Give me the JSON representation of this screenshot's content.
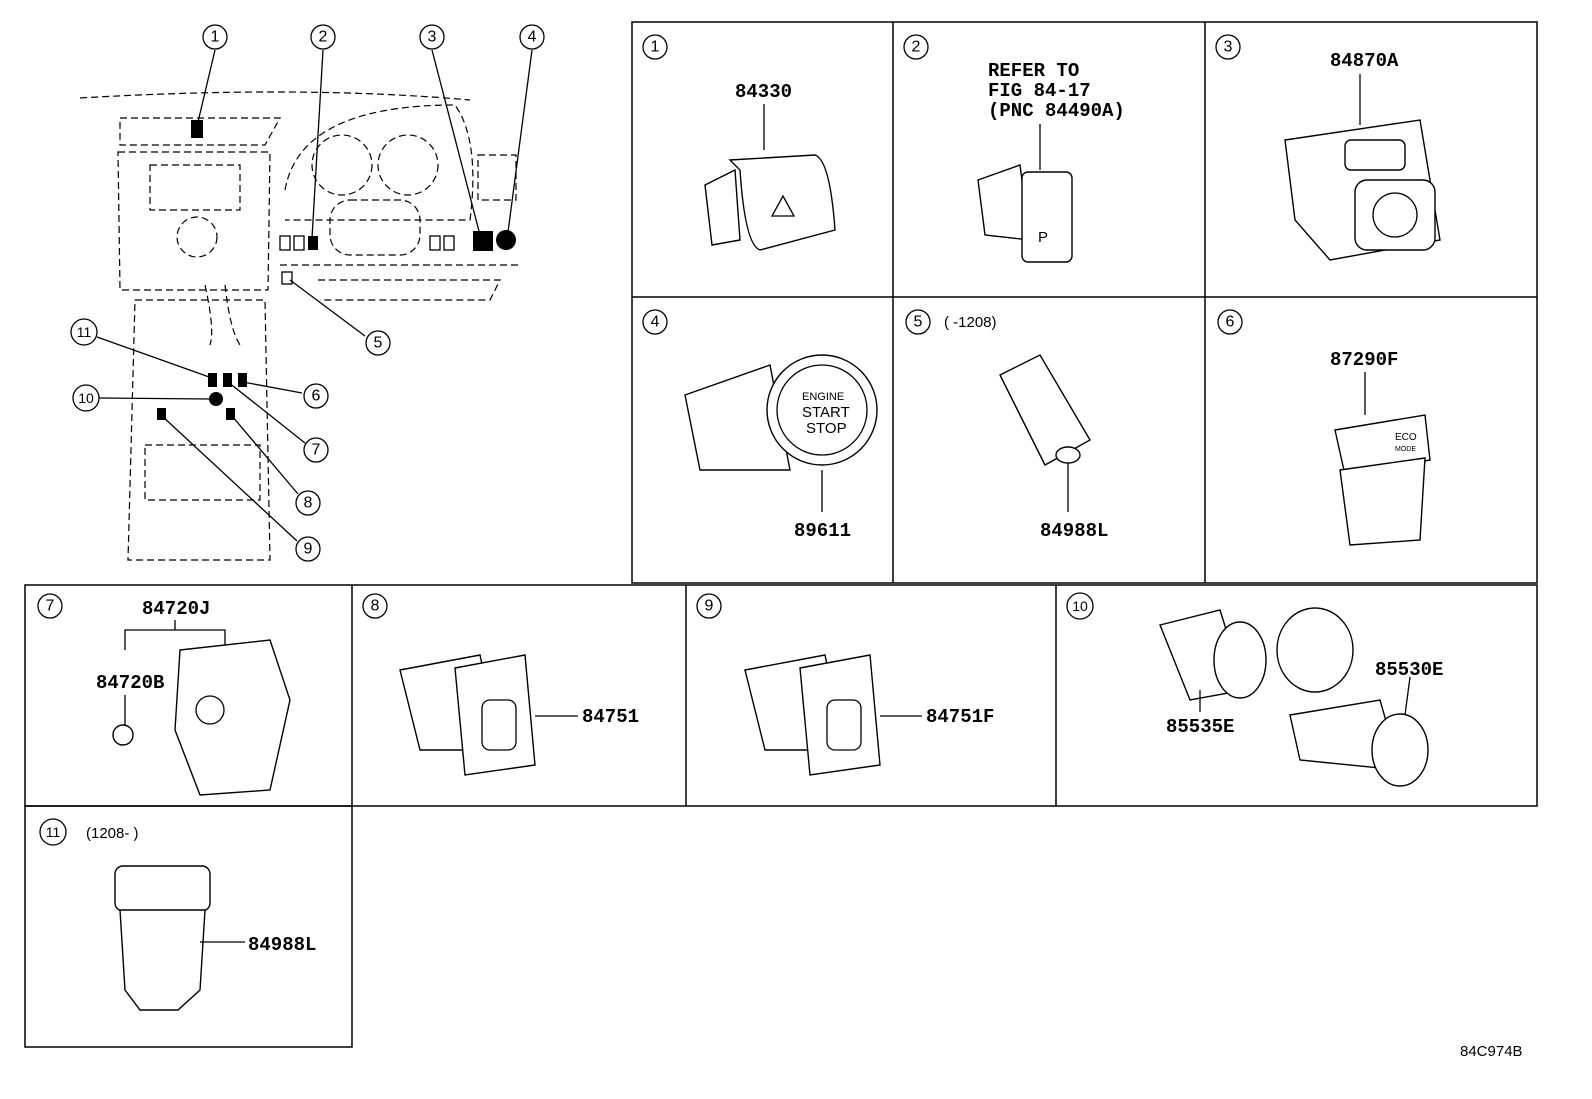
{
  "diagram_code": "84C974B",
  "overview_callouts": [
    "1",
    "2",
    "3",
    "4",
    "5",
    "6",
    "7",
    "8",
    "9",
    "10",
    "11"
  ],
  "panels": [
    {
      "num": "1",
      "parts": [
        "84330"
      ]
    },
    {
      "num": "2",
      "note": [
        "REFER TO",
        "FIG 84-17",
        "(PNC 84490A)"
      ],
      "button_text": "P"
    },
    {
      "num": "3",
      "parts": [
        "84870A"
      ]
    },
    {
      "num": "4",
      "parts": [
        "89611"
      ],
      "button_text": [
        "ENGINE",
        "START",
        "STOP"
      ]
    },
    {
      "num": "5",
      "range": "(      -1208)",
      "parts": [
        "84988L"
      ]
    },
    {
      "num": "6",
      "parts": [
        "87290F"
      ],
      "button_text": [
        "ECO",
        "MODE"
      ]
    },
    {
      "num": "7",
      "parts": [
        "84720J",
        "84720B"
      ]
    },
    {
      "num": "8",
      "parts": [
        "84751"
      ]
    },
    {
      "num": "9",
      "parts": [
        "84751F"
      ]
    },
    {
      "num": "10",
      "parts": [
        "85535E",
        "85530E"
      ]
    },
    {
      "num": "11",
      "range": "(1208-      )",
      "parts": [
        "84988L"
      ]
    }
  ]
}
